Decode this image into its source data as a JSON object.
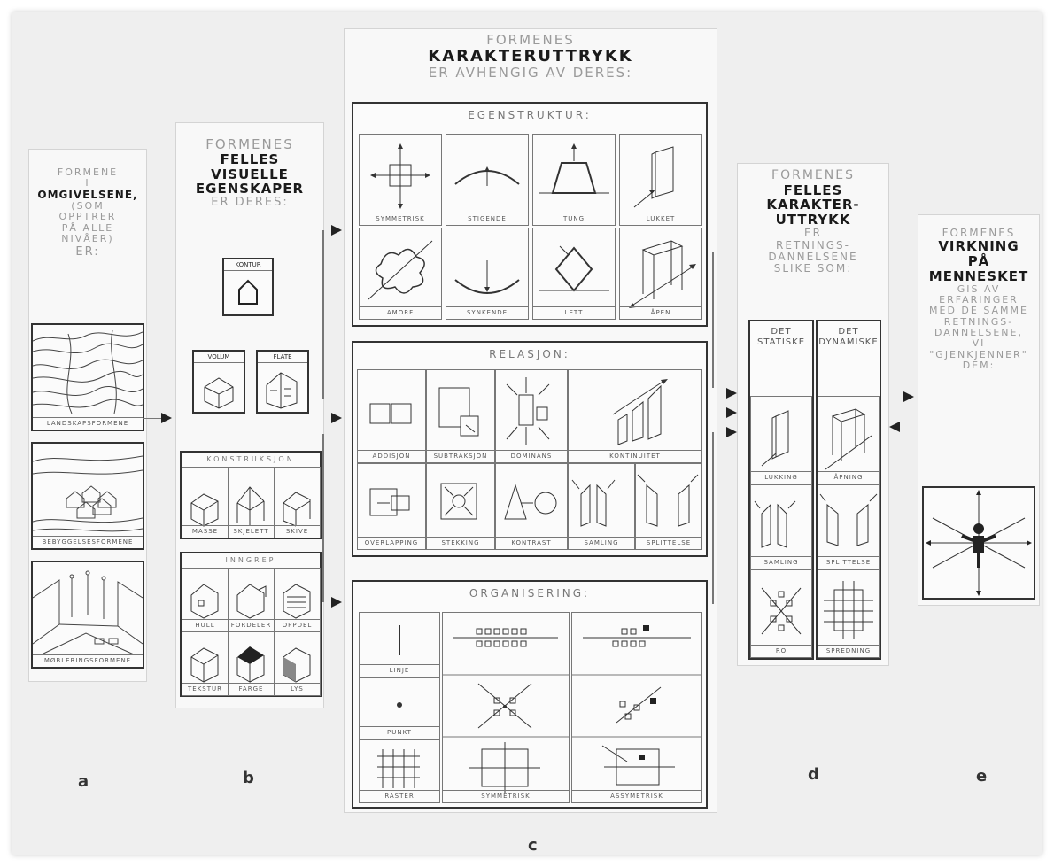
{
  "col_a": {
    "l1": "FORMENE",
    "l2": "I",
    "l3": "OMGIVELSENE,",
    "l4": "(SOM",
    "l5": "OPPTRER",
    "l6": "PÅ ALLE",
    "l7": "NIVÅER)",
    "l8": "ER:",
    "captions": [
      "LANDSKAPSFORMENE",
      "BEBYGGELSESFORMENE",
      "MØBLERINGSFORMENE"
    ],
    "letter": "a"
  },
  "col_b": {
    "l1": "FORMENES",
    "l2": "FELLES",
    "l3": "VISUELLE",
    "l4": "EGENSKAPER",
    "l5": "ER DERES:",
    "kontur": "KONTUR",
    "volum": "VOLUM",
    "flate": "FLATE",
    "konstruksjon": {
      "title": "KONSTRUKSJON",
      "items": [
        "MASSE",
        "SKJELETT",
        "SKIVE"
      ]
    },
    "inngrep": {
      "title": "INNGREP",
      "items": [
        "HULL",
        "FORDELER",
        "OPPDEL",
        "TEKSTUR",
        "FARGE",
        "LYS"
      ]
    },
    "letter": "b"
  },
  "col_c": {
    "l1": "FORMENES",
    "l2": "KARAKTERUTTRYKK",
    "l3": "ER AVHENGIG AV DERES:",
    "egen": {
      "title": "EGENSTRUKTUR:",
      "items": [
        "SYMMETRISK",
        "STIGENDE",
        "TUNG",
        "LUKKET",
        "AMORF",
        "SYNKENDE",
        "LETT",
        "ÅPEN"
      ]
    },
    "rel": {
      "title": "RELASJON:",
      "items": [
        "ADDISJON",
        "SUBTRAKSJON",
        "DOMINANS",
        "KONTINUITET",
        "OVERLAPPING",
        "STEKKING",
        "KONTRAST",
        "SAMLING",
        "SPLITTELSE"
      ]
    },
    "org": {
      "title": "ORGANISERING:",
      "items": [
        "LINJE",
        "PUNKT",
        "RASTER",
        "SYMMETRISK",
        "ASSYMETRISK"
      ]
    },
    "letter": "c"
  },
  "col_d": {
    "l1": "FORMENES",
    "l2": "FELLES",
    "l3": "KARAKTER-",
    "l4": "UTTRYKK",
    "l5": "ER",
    "l6": "RETNINGS-",
    "l7": "DANNELSENE",
    "l8": "SLIKE SOM:",
    "statiske_1": "DET",
    "statiske_2": "STATISKE",
    "dynamiske_1": "DET",
    "dynamiske_2": "DYNAMISKE",
    "items_left": [
      "LUKKING",
      "SAMLING",
      "RO"
    ],
    "items_right": [
      "ÅPNING",
      "SPLITTELSE",
      "SPREDNING"
    ],
    "letter": "d"
  },
  "col_e": {
    "l1": "FORMENES",
    "l2": "VIRKNING",
    "l3": "PÅ",
    "l4": "MENNESKET",
    "l5": "GIS AV",
    "l6": "ERFARINGER",
    "l7": "MED DE SAMME",
    "l8": "RETNINGS-",
    "l9": "DANNELSENE,",
    "l10": "VI",
    "l11": "\"GJENKJENNER\"",
    "l12": "DEM:",
    "letter": "e"
  }
}
